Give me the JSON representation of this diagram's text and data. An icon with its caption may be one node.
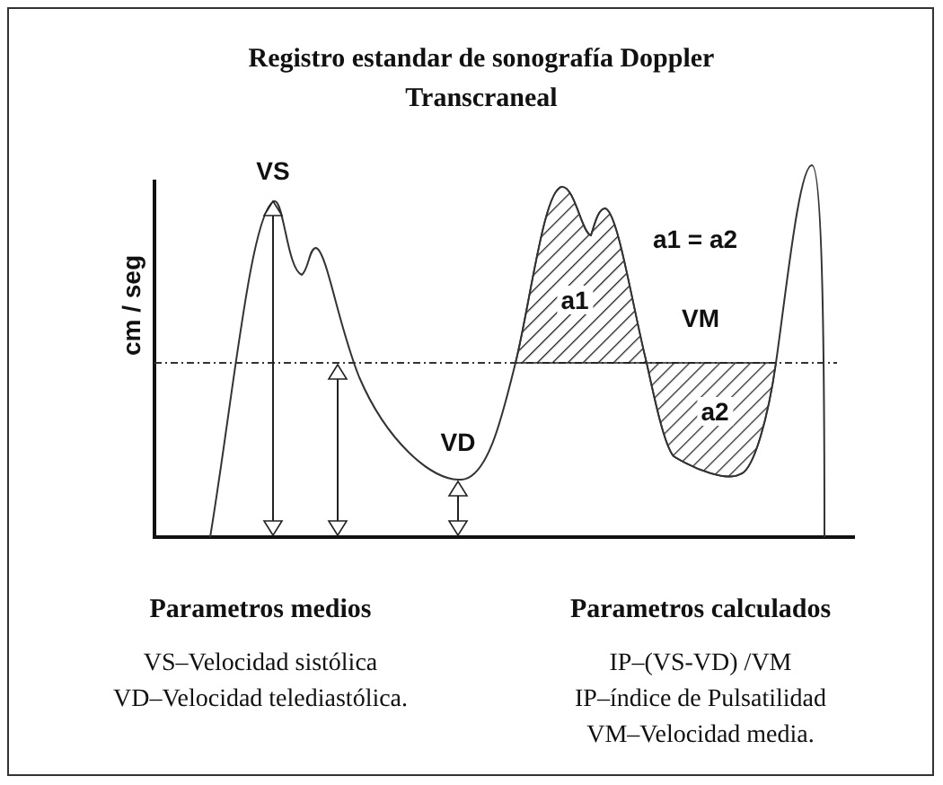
{
  "diagram": {
    "title": "Registro estandar de sonografía Doppler Transcraneal",
    "labels": [
      "VS",
      "cm / seg",
      "a1 = a2",
      "a1",
      "VM",
      "a2",
      "VD",
      "Parametros medios",
      "VS–Velocidad sistólica",
      "VD–Velocidad telediastólica.",
      "Parametros calculados",
      "IP–(VS-VD) /VM",
      "IP–índice de Pulsatilidad",
      "VM–Velocidad media."
    ]
  }
}
